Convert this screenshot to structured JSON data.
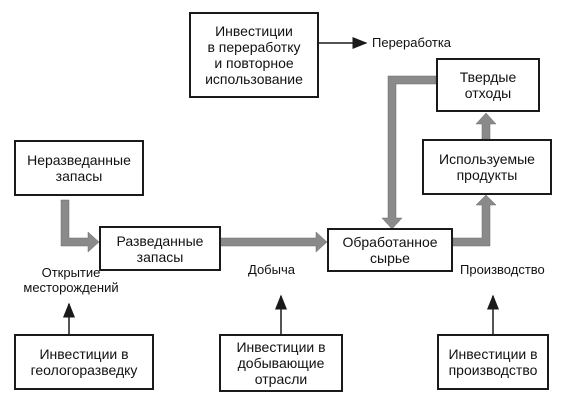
{
  "boxes": {
    "invest_processing": "Инвестиции\nв переработку\nи повторное\nиспользование",
    "solid_waste": "Твердые\nотходы",
    "unexplored_reserves": "Неразведанные\nзапасы",
    "used_products": "Используемые\nпродукты",
    "explored_reserves": "Разведанные\nзапасы",
    "processed_raw": "Обработанное\nсырье",
    "invest_geology": "Инвестиции в\nгеологоразведку",
    "invest_mining": "Инвестиции в\nдобывающие\nотрасли",
    "invest_production": "Инвестиции в\nпроизводство"
  },
  "labels": {
    "processing": "Переработка",
    "discovery": "Открытие\nместорождений",
    "extraction": "Добыча",
    "production": "Производство"
  },
  "colors": {
    "box_border": "#1a1a1a",
    "flow_arrow": "#8a8a8a",
    "thin_arrow": "#1a1a1a"
  }
}
